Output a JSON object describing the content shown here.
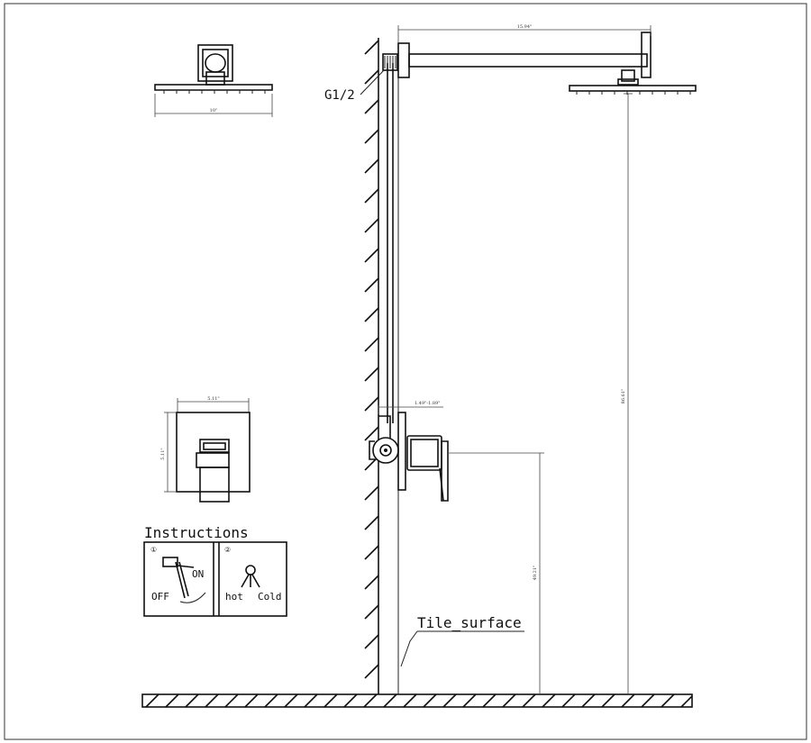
{
  "labels": {
    "thread": "G1/2",
    "tile_surface": "Tile_surface",
    "instructions": "Instructions",
    "on": "ON",
    "off": "OFF",
    "hot": "hot",
    "cold": "Cold"
  },
  "dimensions": {
    "arm_length": "15.94\"",
    "head_diameter": "10\"",
    "plate_width": "5.11\"",
    "plate_height": "5.11\"",
    "valve_depth": "1.49\"-1.89\"",
    "valve_height": "49.21\"",
    "head_height": "86.61\""
  },
  "step_markers": {
    "step1": "①",
    "step2": "②"
  }
}
